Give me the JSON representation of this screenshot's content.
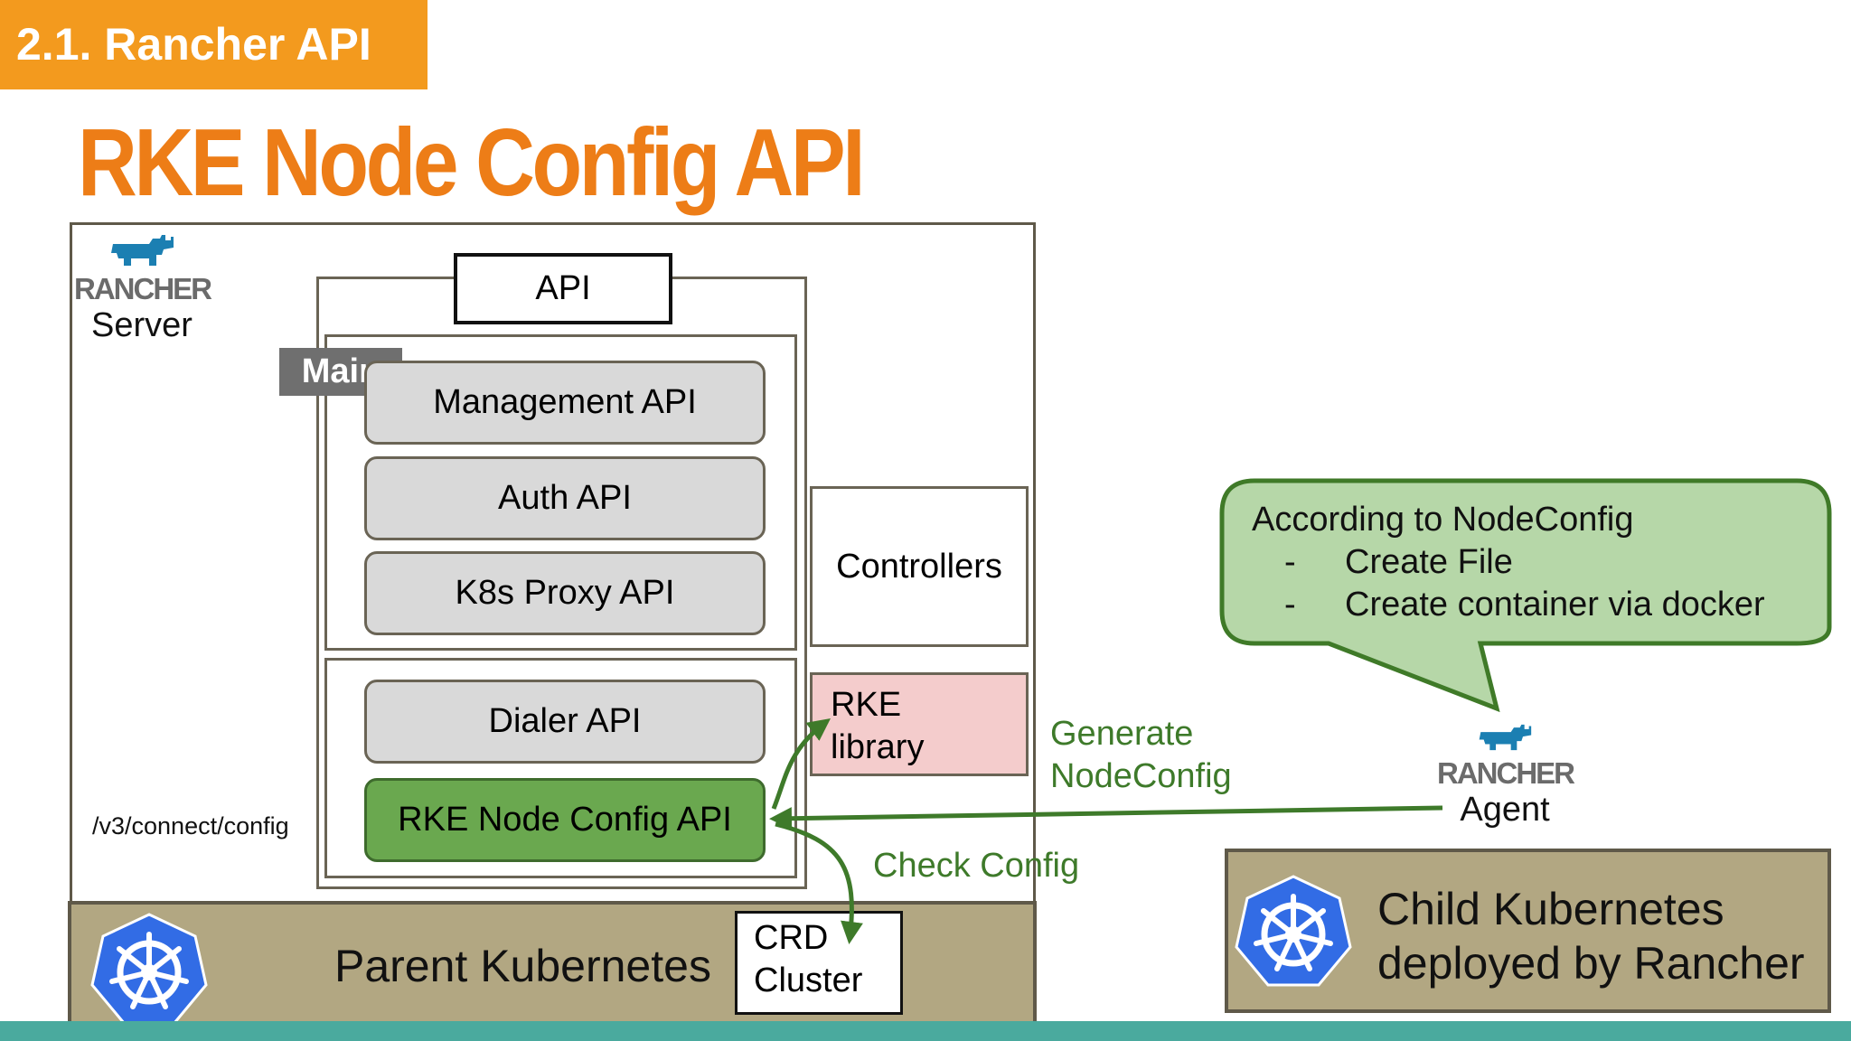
{
  "section": "2.1. Rancher API",
  "title": "RKE Node Config API",
  "server": {
    "brand": "RANCHER",
    "label": "Server"
  },
  "api_label": "API",
  "main_tag": "Main",
  "main_apis": [
    "Management API",
    "Auth API",
    "K8s Proxy API"
  ],
  "dialer_api": "Dialer API",
  "rke_node_config_api": "RKE Node Config API",
  "controllers": "Controllers",
  "rke_library": [
    "RKE",
    "library"
  ],
  "endpoint": "/v3/connect/config",
  "generate": [
    "Generate",
    "NodeConfig"
  ],
  "check_config": "Check Config",
  "agent": {
    "brand": "RANCHER",
    "label": "Agent"
  },
  "callout": {
    "heading": "According to NodeConfig",
    "items": [
      {
        "bullet": "-",
        "text": "Create File"
      },
      {
        "bullet": "-",
        "text": "Create container via docker"
      }
    ]
  },
  "parent_kubernetes": "Parent Kubernetes",
  "crd": [
    "CRD",
    "Cluster"
  ],
  "child_kubernetes": [
    "Child Kubernetes",
    "deployed by Rancher"
  ],
  "icons": [
    "rancher-logo-icon",
    "kubernetes-helm-icon"
  ],
  "colors": {
    "accent_orange": "#f39a1e",
    "title_orange": "#ed7d17",
    "green_fill": "#6aa84f",
    "green_arrow": "#3e7a2a",
    "callout_fill": "#b6d7a8",
    "rke_pink": "#f4cccc",
    "k8s_tan": "#b2a782",
    "k8s_blue": "#326ce5",
    "rancher_blue": "#1b7fb2",
    "bottom_bar": "#4aaa9e"
  }
}
